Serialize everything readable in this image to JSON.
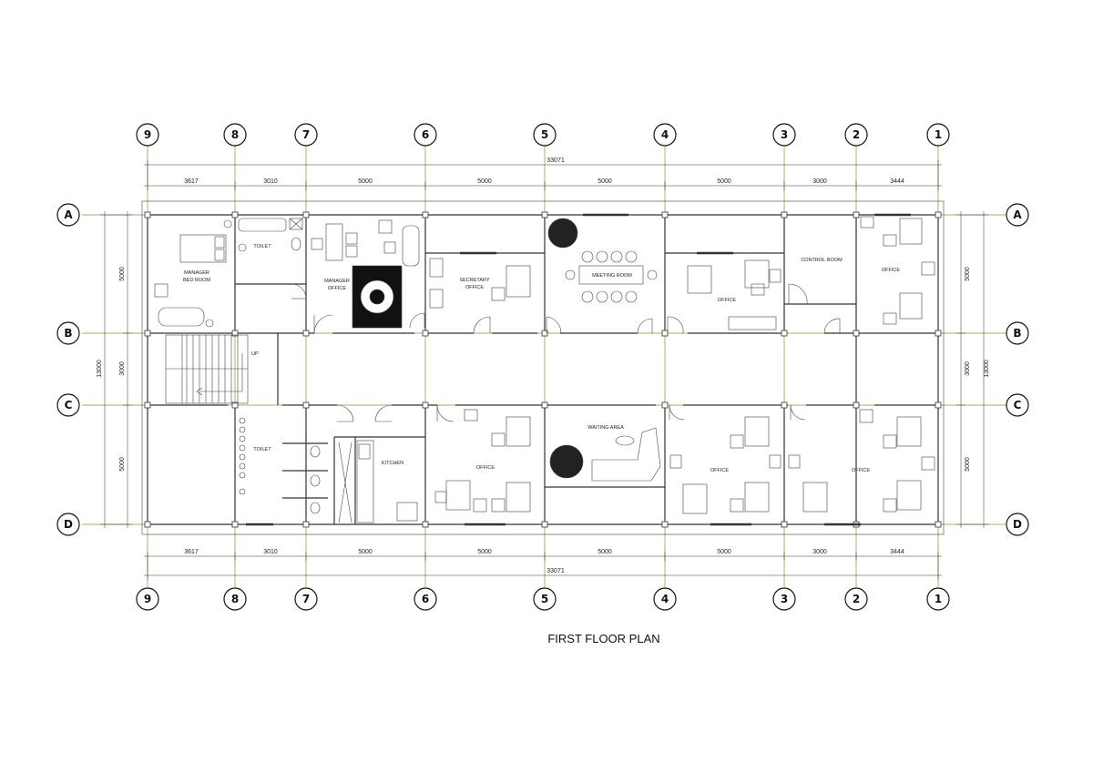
{
  "plan": {
    "title": "FIRST FLOOR PLAN",
    "colors": {
      "grid": "#7a9a2a",
      "wall": "#333333",
      "ink": "#111111"
    },
    "vertical_axes": [
      "9",
      "8",
      "7",
      "6",
      "5",
      "4",
      "3",
      "2",
      "1"
    ],
    "horizontal_axes": [
      "A",
      "B",
      "C",
      "D"
    ],
    "top_dimensions": [
      "3617",
      "3010",
      "5000",
      "5000",
      "5000",
      "5000",
      "3000",
      "3444"
    ],
    "bottom_dimensions": [
      "3617",
      "3010",
      "5000",
      "5000",
      "5000",
      "5000",
      "3000",
      "3444"
    ],
    "overall_dimension_top": "33071",
    "overall_dimension_bottom": "33071",
    "left_dimensions": [
      "5000",
      "3000",
      "5000"
    ],
    "right_dimensions": [
      "5000",
      "3000",
      "5000"
    ],
    "overall_dimension_left": "13000",
    "overall_dimension_right": "13000",
    "rooms": {
      "manager_bed_room_line1": "MANAGER",
      "manager_bed_room_line2": "BED ROOM",
      "toilet_top": "TOILET",
      "manager_office_line1": "MANAGER",
      "manager_office_line2": "OFFICE",
      "secretary_office_line1": "SECRETARY",
      "secretary_office_line2": "OFFICE",
      "meeting_room": "MEETING ROOM",
      "office_b4": "OFFICE",
      "control_room": "CONTROL ROOM",
      "office_b1": "OFFICE",
      "toilet_bottom": "TOILET",
      "kitchen": "KITCHEN",
      "office_d6": "OFFICE",
      "waiting_area": "WAITING AREA",
      "office_d4": "OFFICE",
      "office_d2": "OFFICE",
      "stair_up": "UP"
    }
  }
}
